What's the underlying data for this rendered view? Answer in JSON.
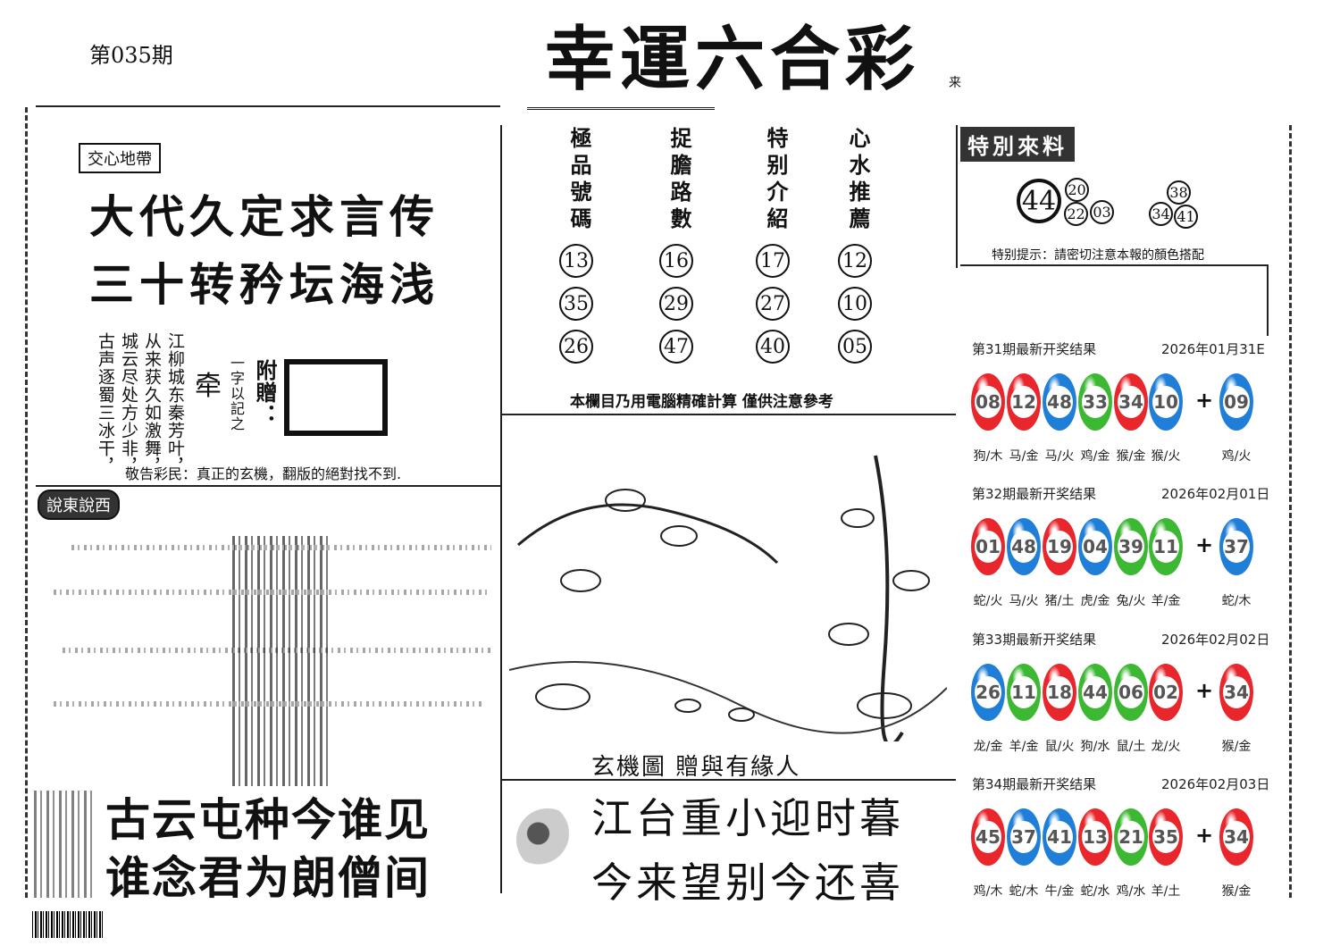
{
  "issue": "第035期",
  "title": "幸運六合彩",
  "title_suffix": "来",
  "left_top": {
    "tag": "交心地帶",
    "poem_lines": [
      "大代久定求言传",
      "三十转矜坛海浅"
    ],
    "vertical_poem": [
      "江柳城东秦芳叶，",
      "从来获久如激舞，",
      "城云尽处方少非，",
      "古声逐蜀三冰干，"
    ],
    "hint_char": "牵",
    "hint_label": "一字以記之",
    "gift_label": "附贈：",
    "notice": "敬告彩民：真正的玄機，翻版的絕對找不到."
  },
  "left_bottom": {
    "tag": "說東說西",
    "poem_lines": [
      "古云屯种今谁见",
      "谁念君为朗僧间"
    ]
  },
  "middle": {
    "columns": [
      {
        "header": "極品號碼",
        "numbers": [
          "13",
          "35",
          "26"
        ]
      },
      {
        "header": "捉膽路數",
        "numbers": [
          "16",
          "29",
          "47"
        ]
      },
      {
        "header": "特别介紹",
        "numbers": [
          "17",
          "27",
          "40"
        ]
      },
      {
        "header": "心水推薦",
        "numbers": [
          "12",
          "10",
          "05"
        ]
      }
    ],
    "note": "本欄目乃用電腦精確計算 僅供注意參考",
    "image_caption": "玄機圖 贈與有緣人",
    "bottom_poem": [
      "江台重小迎时暮",
      "今来望别今还喜"
    ]
  },
  "special": {
    "tag": "特別來料",
    "main": "44",
    "group1": [
      "20",
      "22",
      "03"
    ],
    "group2": [
      "38",
      "34",
      "41"
    ],
    "hint": "特别提示：請密切注意本報的顏色搭配"
  },
  "colors": {
    "red": "#e8262b",
    "blue": "#1f7fd8",
    "green": "#3cb832"
  },
  "results": [
    {
      "title": "第31期最新开奖结果",
      "date": "2026年01月31E",
      "balls": [
        {
          "n": "08",
          "c": "red",
          "z": "狗/木"
        },
        {
          "n": "12",
          "c": "red",
          "z": "马/金"
        },
        {
          "n": "48",
          "c": "blue",
          "z": "马/火"
        },
        {
          "n": "33",
          "c": "green",
          "z": "鸡/金"
        },
        {
          "n": "34",
          "c": "red",
          "z": "猴/金"
        },
        {
          "n": "10",
          "c": "blue",
          "z": "猴/火"
        }
      ],
      "special": {
        "n": "09",
        "c": "blue",
        "z": "鸡/火"
      }
    },
    {
      "title": "第32期最新开奖结果",
      "date": "2026年02月01日",
      "balls": [
        {
          "n": "01",
          "c": "red",
          "z": "蛇/火"
        },
        {
          "n": "48",
          "c": "blue",
          "z": "马/火"
        },
        {
          "n": "19",
          "c": "red",
          "z": "猪/土"
        },
        {
          "n": "04",
          "c": "blue",
          "z": "虎/金"
        },
        {
          "n": "39",
          "c": "green",
          "z": "兔/火"
        },
        {
          "n": "11",
          "c": "green",
          "z": "羊/金"
        }
      ],
      "special": {
        "n": "37",
        "c": "blue",
        "z": "蛇/木"
      }
    },
    {
      "title": "第33期最新开奖结果",
      "date": "2026年02月02日",
      "balls": [
        {
          "n": "26",
          "c": "blue",
          "z": "龙/金"
        },
        {
          "n": "11",
          "c": "green",
          "z": "羊/金"
        },
        {
          "n": "18",
          "c": "red",
          "z": "鼠/火"
        },
        {
          "n": "44",
          "c": "green",
          "z": "狗/水"
        },
        {
          "n": "06",
          "c": "green",
          "z": "鼠/土"
        },
        {
          "n": "02",
          "c": "red",
          "z": "龙/火"
        }
      ],
      "special": {
        "n": "34",
        "c": "red",
        "z": "猴/金"
      }
    },
    {
      "title": "第34期最新开奖结果",
      "date": "2026年02月03日",
      "balls": [
        {
          "n": "45",
          "c": "red",
          "z": "鸡/木"
        },
        {
          "n": "37",
          "c": "blue",
          "z": "蛇/木"
        },
        {
          "n": "41",
          "c": "blue",
          "z": "牛/金"
        },
        {
          "n": "13",
          "c": "red",
          "z": "蛇/水"
        },
        {
          "n": "21",
          "c": "green",
          "z": "鸡/水"
        },
        {
          "n": "35",
          "c": "red",
          "z": "羊/土"
        }
      ],
      "special": {
        "n": "34",
        "c": "red",
        "z": "猴/金"
      }
    }
  ],
  "plus": "+"
}
